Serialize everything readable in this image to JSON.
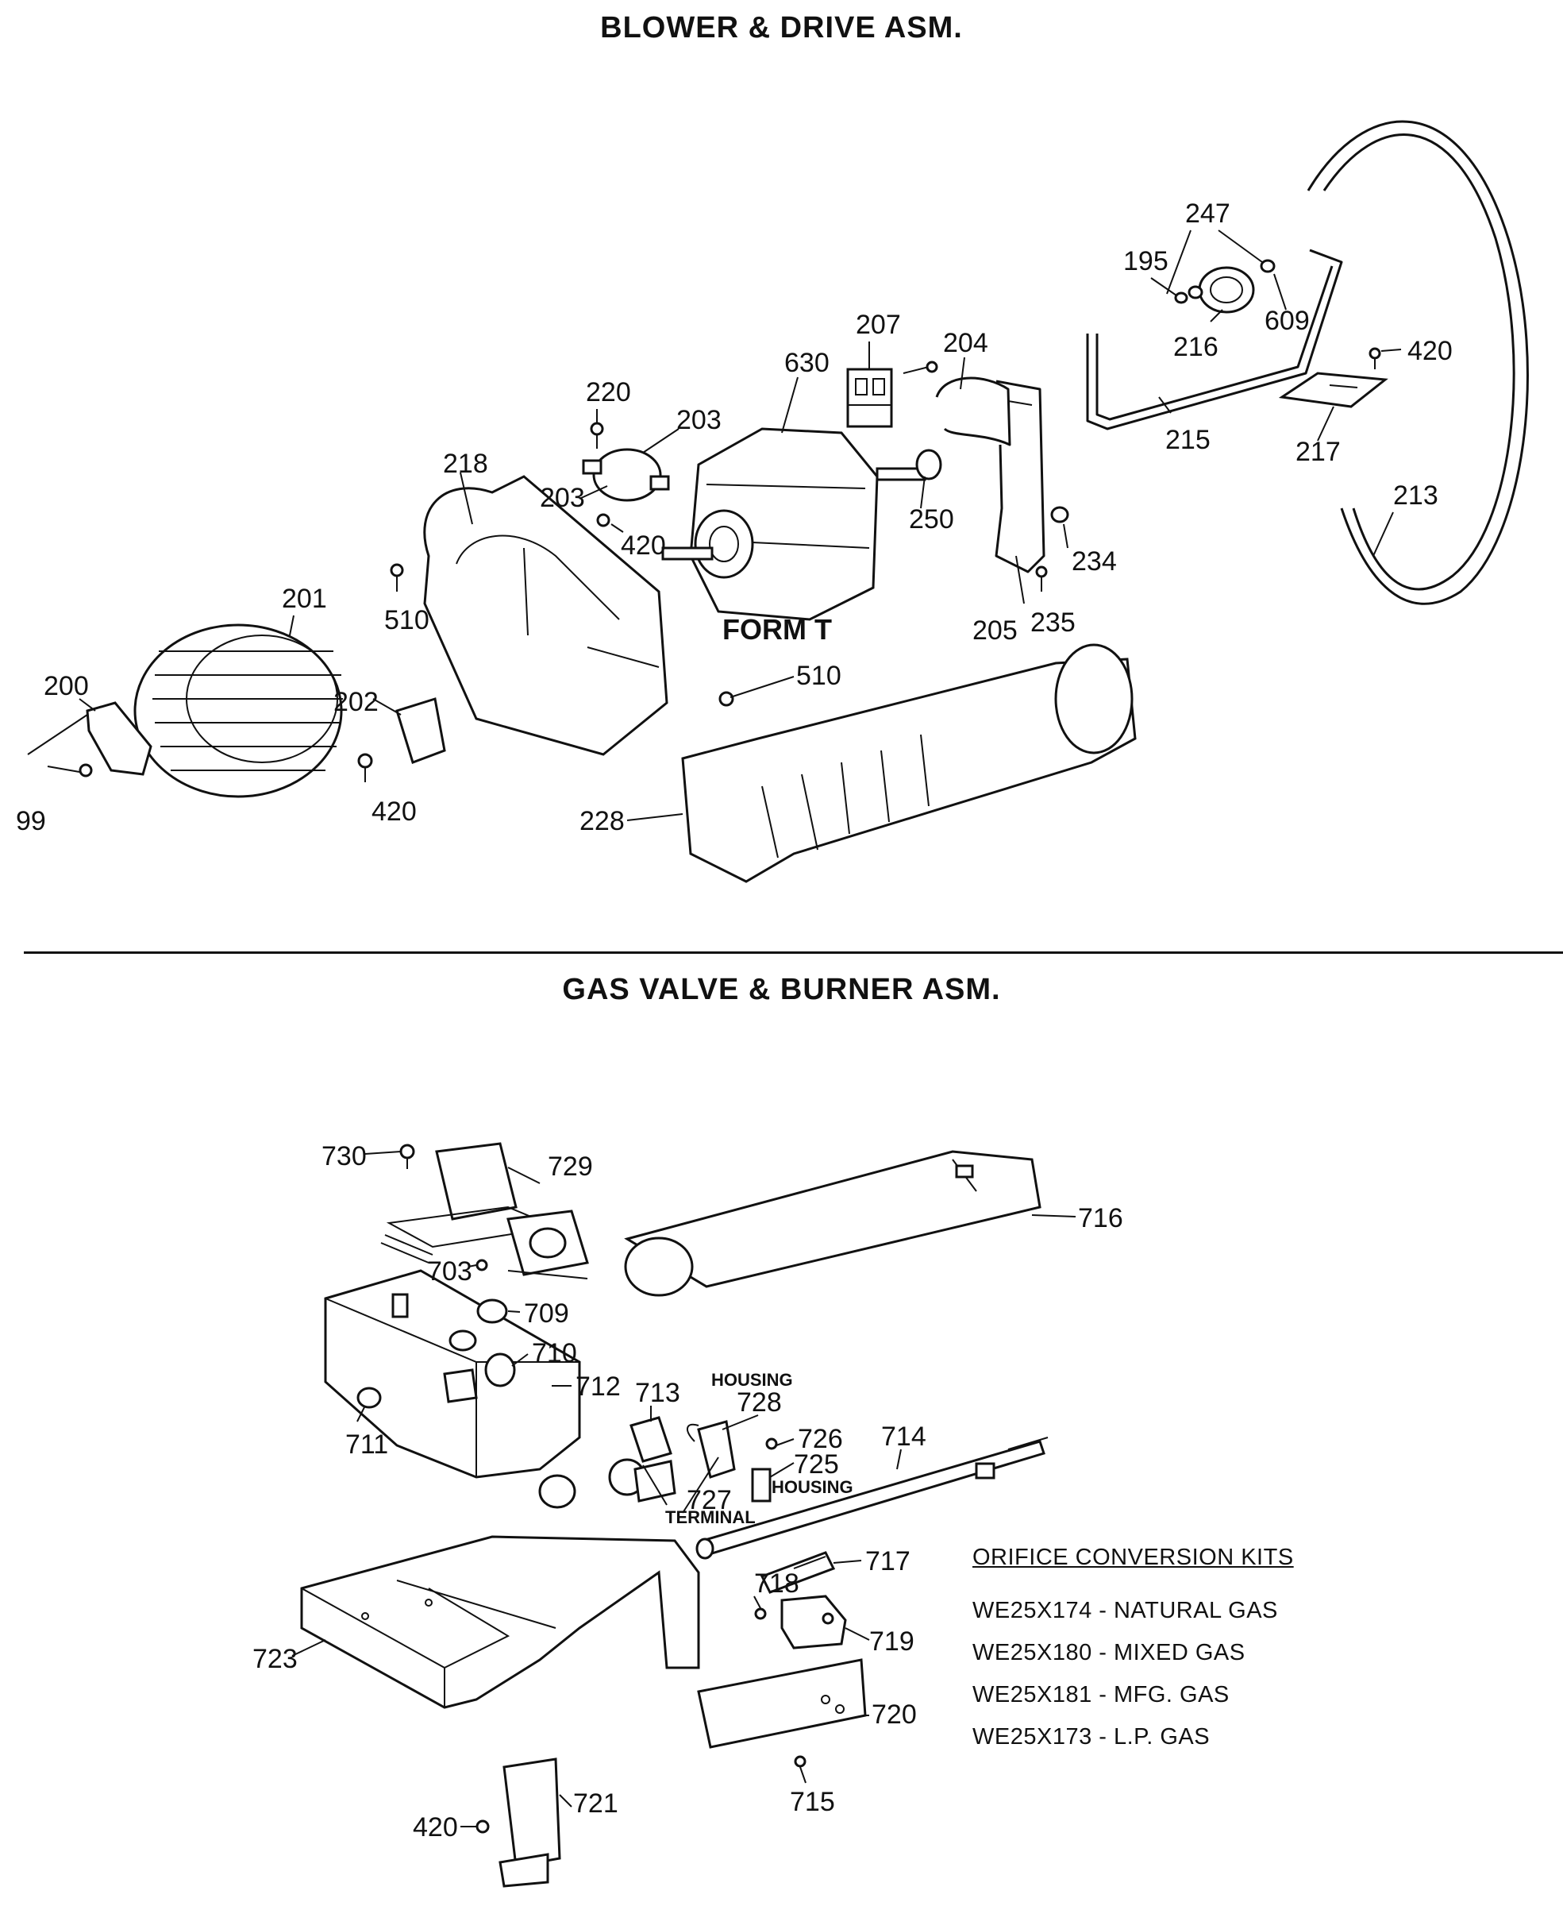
{
  "sections": {
    "blower_title": "BLOWER & DRIVE ASM.",
    "gas_title": "GAS VALVE & BURNER ASM."
  },
  "form_label": "FORM T",
  "blower_labels": [
    "247",
    "195",
    "609",
    "216",
    "420",
    "217",
    "215",
    "213",
    "207",
    "204",
    "630",
    "220",
    "203",
    "203",
    "250",
    "218",
    "420",
    "234",
    "510",
    "205",
    "235",
    "201",
    "200",
    "202",
    "510",
    "420",
    "99",
    "228"
  ],
  "gas_labels": [
    "730",
    "729",
    "716",
    "703",
    "709",
    "710",
    "712",
    "713",
    "711",
    "728",
    "726",
    "725",
    "714",
    "727",
    "717",
    "718",
    "719",
    "723",
    "720",
    "715",
    "721",
    "420"
  ],
  "small_labels": {
    "housing_top": "HOUSING",
    "housing_side": "HOUSING",
    "terminal": "TERMINAL"
  },
  "orifice_kits": {
    "title": "ORIFICE CONVERSION KITS",
    "items": [
      "WE25X174  -  NATURAL GAS",
      "WE25X180  -  MIXED GAS",
      "WE25X181  -  MFG. GAS",
      "WE25X173  -  L.P. GAS"
    ]
  }
}
